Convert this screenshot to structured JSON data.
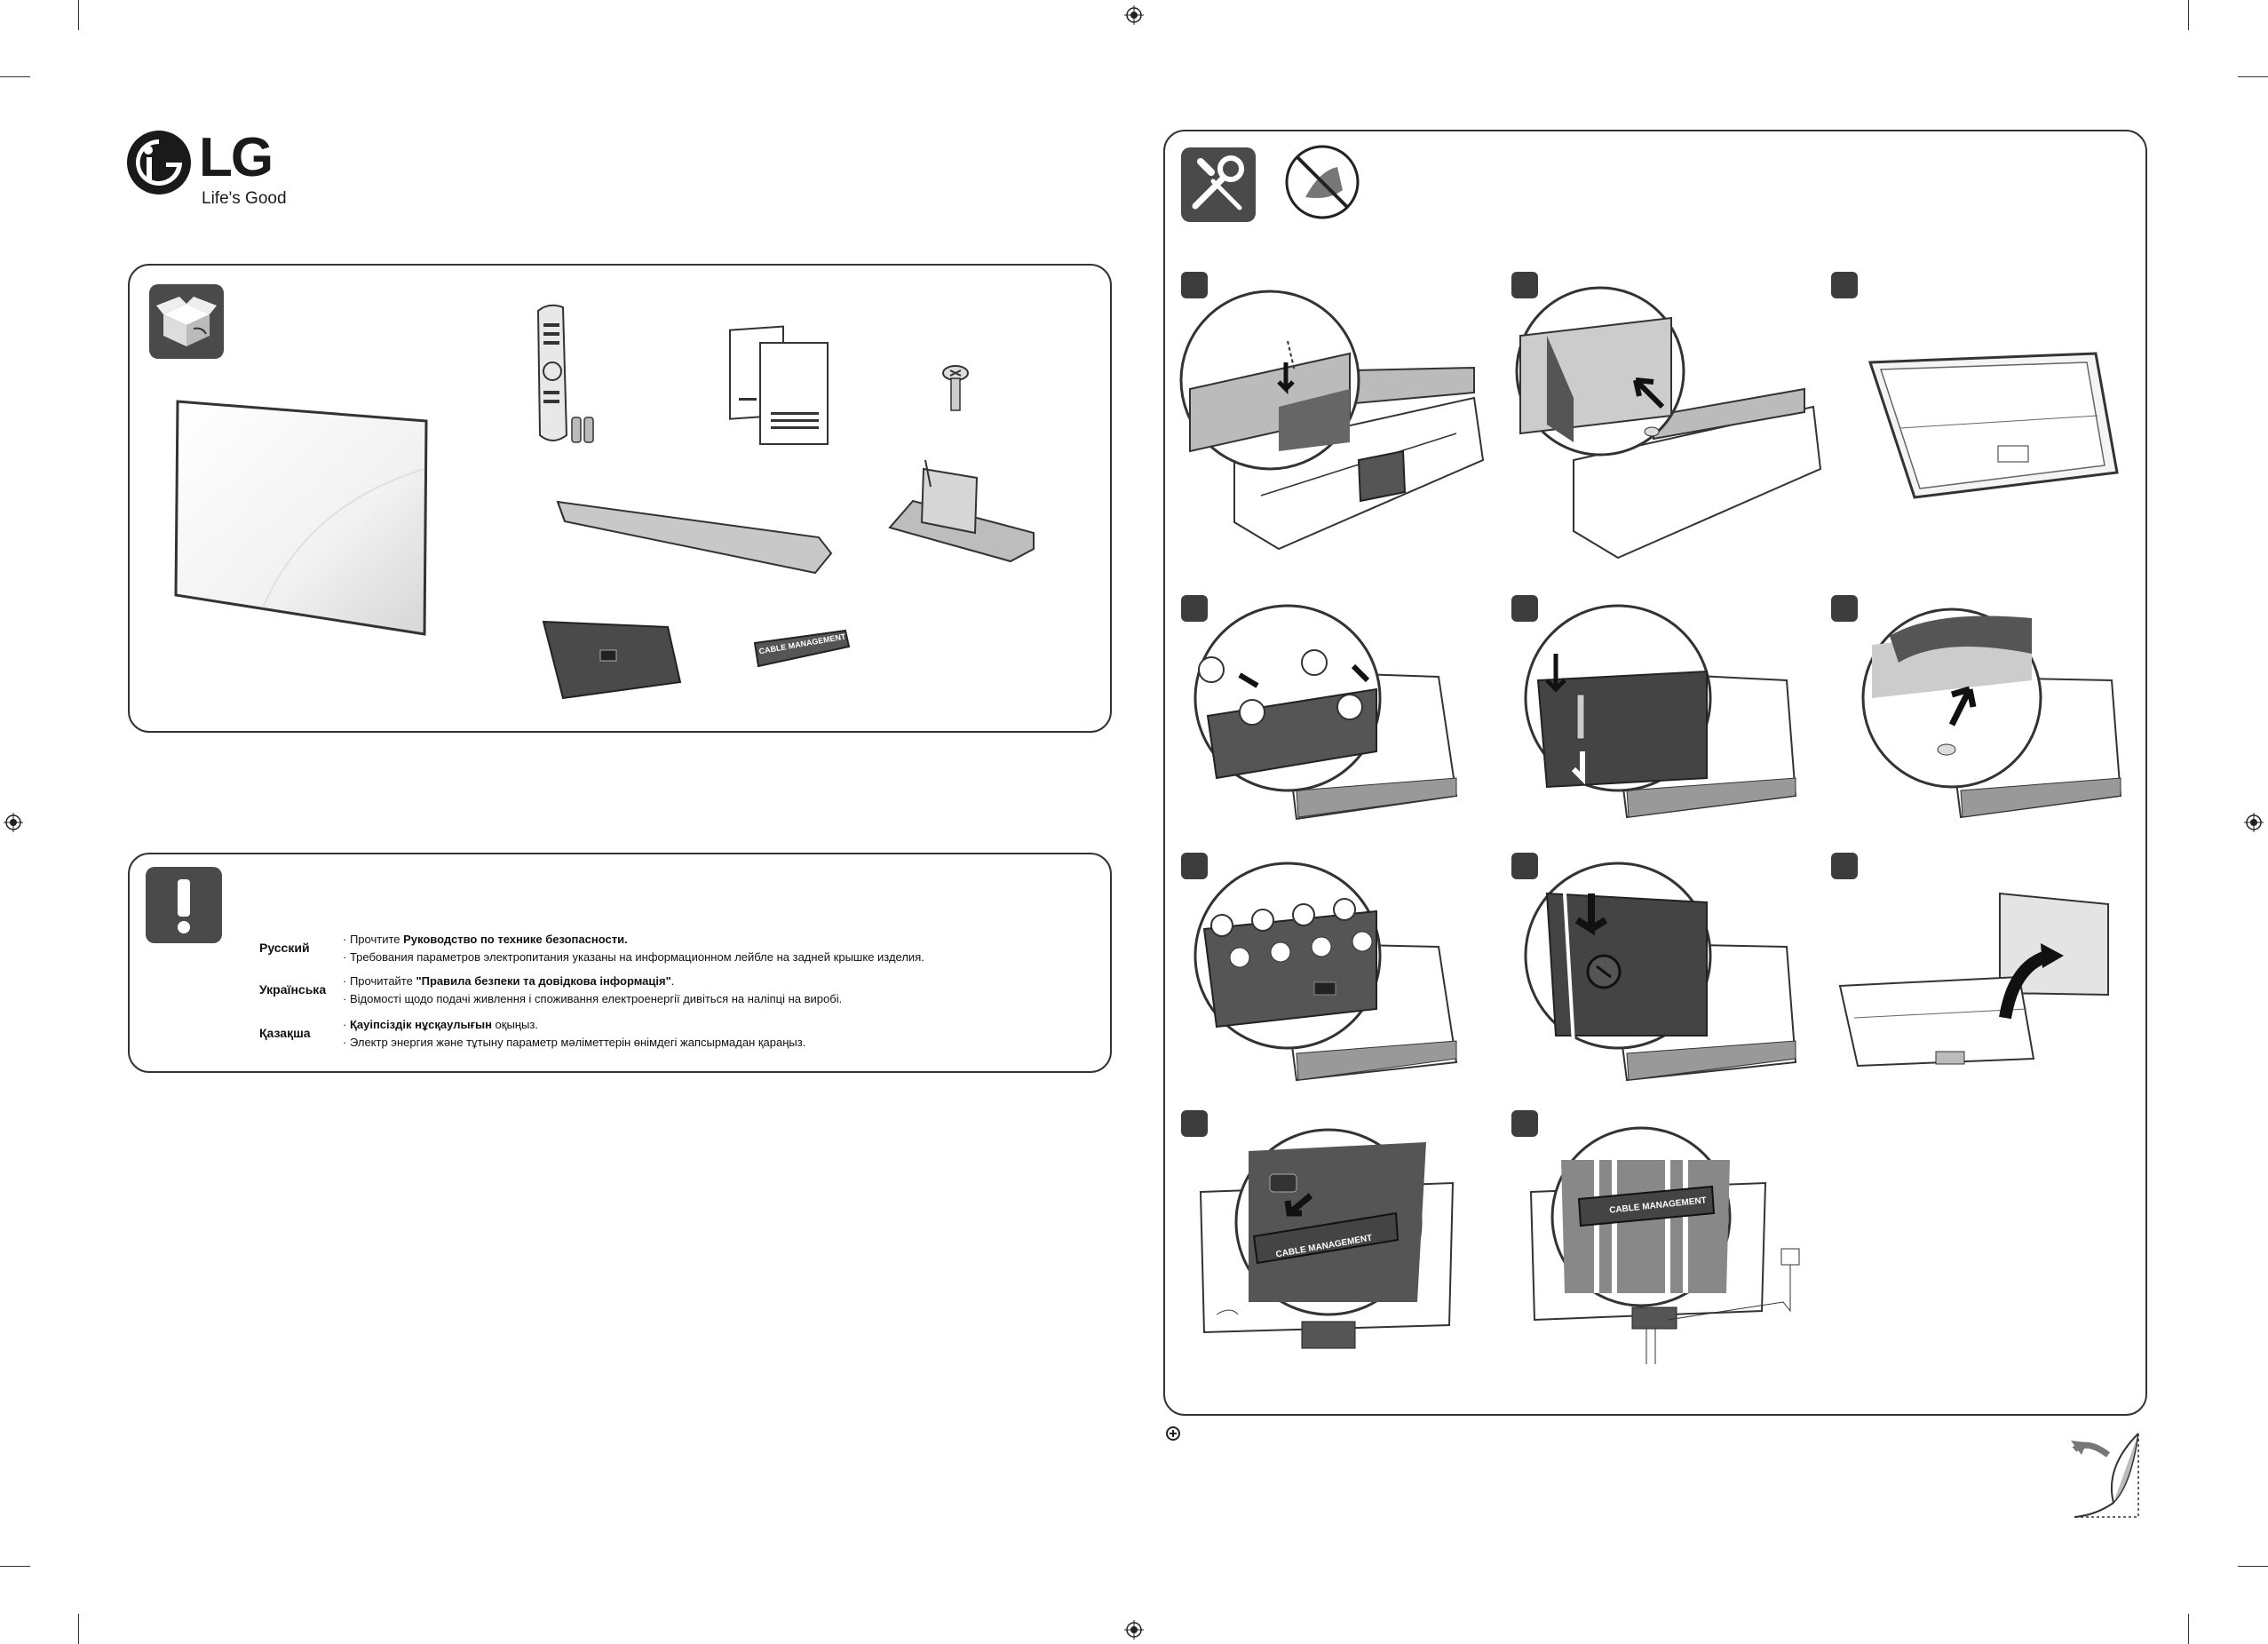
{
  "brand": {
    "name": "LG",
    "slogan": "Life's Good"
  },
  "box_contents": {
    "cable_clip_label": "CABLE MANAGEMENT"
  },
  "safety": {
    "rows": [
      {
        "language": "Русский",
        "line1_prefix": "Прочтите ",
        "line1_bold": "Руководство по технике безопасности.",
        "line1_suffix": "",
        "line2": "Требования параметров электропитания указаны на информационном лейбле на задней крышке изделия."
      },
      {
        "language": "Українська",
        "line1_prefix": "Прочитайте ",
        "line1_bold": "\"Правила безпеки та довідкова інформація\"",
        "line1_suffix": ".",
        "line2": "Відомості щодо подачі живлення і споживання електроенергії дивіться на наліпці на виробі."
      },
      {
        "language": "Қазақша",
        "line1_prefix": "",
        "line1_bold": "Қауіпсіздік нұсқаулығын",
        "line1_suffix": " оқыңыз.",
        "line2": "Электр энергия және тұтыну параметр мәліметтерін өнімдегі жапсырмадан қараңыз."
      }
    ]
  },
  "steps": {
    "cable_label_1": "CABLE MANAGEMENT",
    "cable_label_2": "CABLE MANAGEMENT"
  },
  "colors": {
    "panel_border": "#333333",
    "badge": "#4a4a4a",
    "step_marker": "#3d3d3d",
    "part_fill": "#bdbdbd"
  }
}
